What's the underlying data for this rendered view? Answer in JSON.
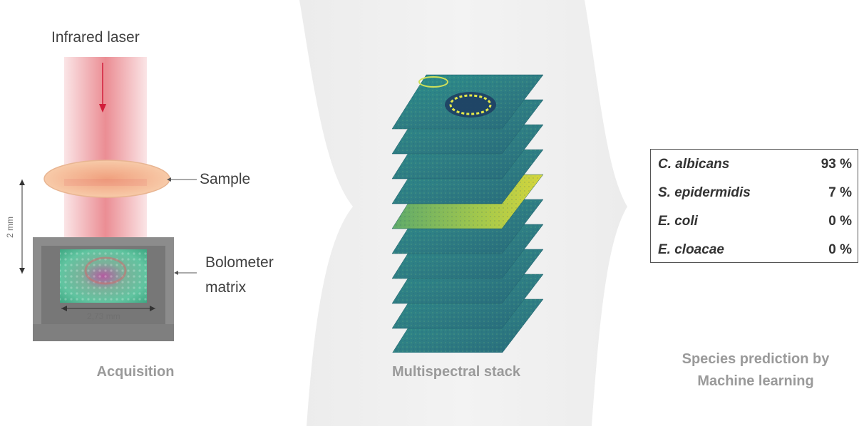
{
  "acquisition": {
    "laser_label": "Infrared laser",
    "sample_label": "Sample",
    "bolometer_label_line1": "Bolometer",
    "bolometer_label_line2": "matrix",
    "height_dim": "2 mm",
    "width_dim": "2,73 mm",
    "caption": "Acquisition"
  },
  "stack": {
    "caption": "Multispectral stack",
    "layer_count": 10
  },
  "prediction": {
    "caption_line1": "Species prediction by",
    "caption_line2": "Machine learning",
    "results": [
      {
        "species": "C. albicans",
        "percent": "93 %"
      },
      {
        "species": "S. epidermidis",
        "percent": "7 %"
      },
      {
        "species": "E. coli",
        "percent": "0 %"
      },
      {
        "species": "E. cloacae",
        "percent": "0 %"
      }
    ]
  },
  "colors": {
    "laser": "#e0505a",
    "sample": "#f7c9a4",
    "sensor_frame": "#8c8c8c",
    "layer_base": "#2f7e84",
    "layer_highlight": "#a6c94a",
    "ring_dark": "#2b1f55",
    "caption_gray": "#9a9a9a"
  }
}
